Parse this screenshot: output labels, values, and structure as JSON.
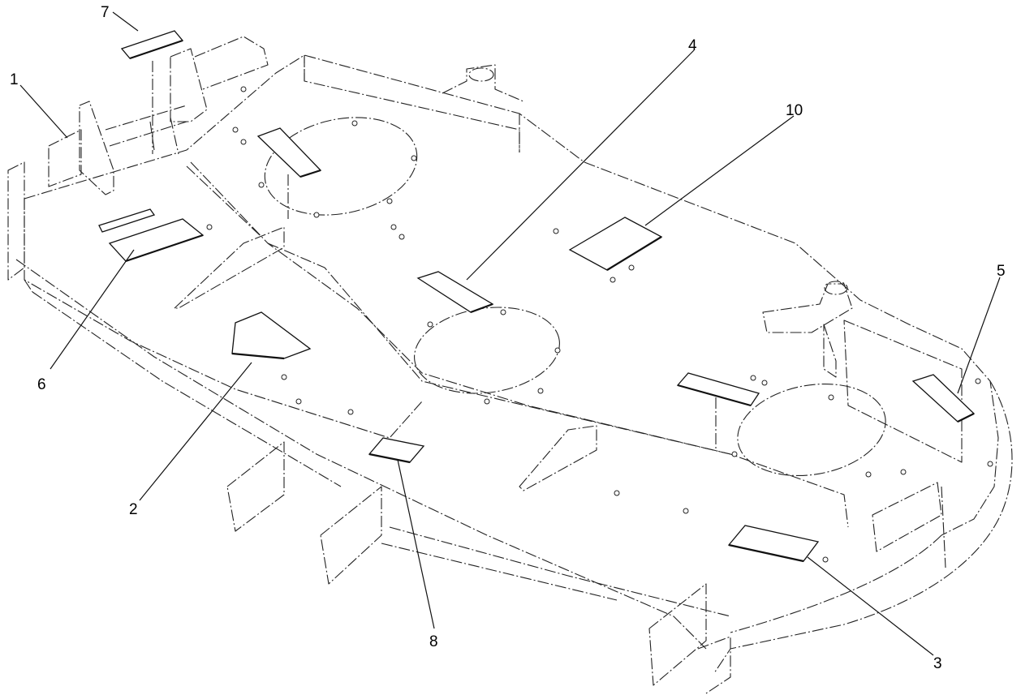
{
  "diagram": {
    "callouts": [
      "1",
      "2",
      "3",
      "4",
      "5",
      "6",
      "7",
      "8",
      "10"
    ]
  }
}
